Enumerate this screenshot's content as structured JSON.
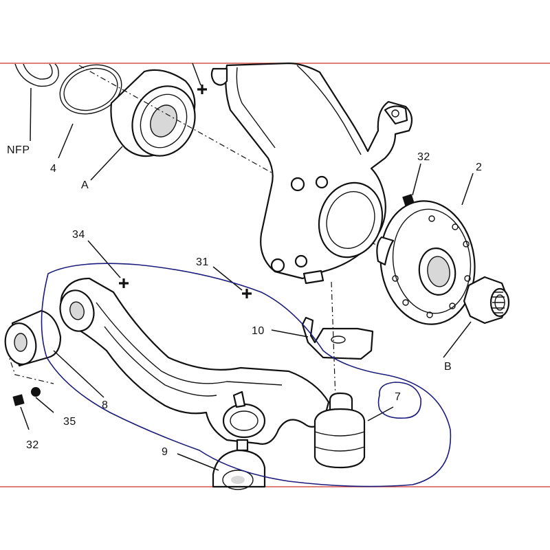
{
  "labels": {
    "nfp": "NFP",
    "p4": "4",
    "pA": "A",
    "p32_top": "32",
    "p2": "2",
    "p34": "34",
    "p31": "31",
    "p10": "10",
    "pB": "B",
    "p7": "7",
    "p8": "8",
    "p35": "35",
    "p32_bottom": "32",
    "p9": "9"
  },
  "colors": {
    "frame_line": "#d9534f",
    "annotation_ink": "#1a1a7a",
    "line_art": "#111111"
  },
  "icons": {
    "cross_marker": "cross-icon",
    "square_marker": "filled-square-icon",
    "dot_marker": "filled-dot-icon"
  }
}
